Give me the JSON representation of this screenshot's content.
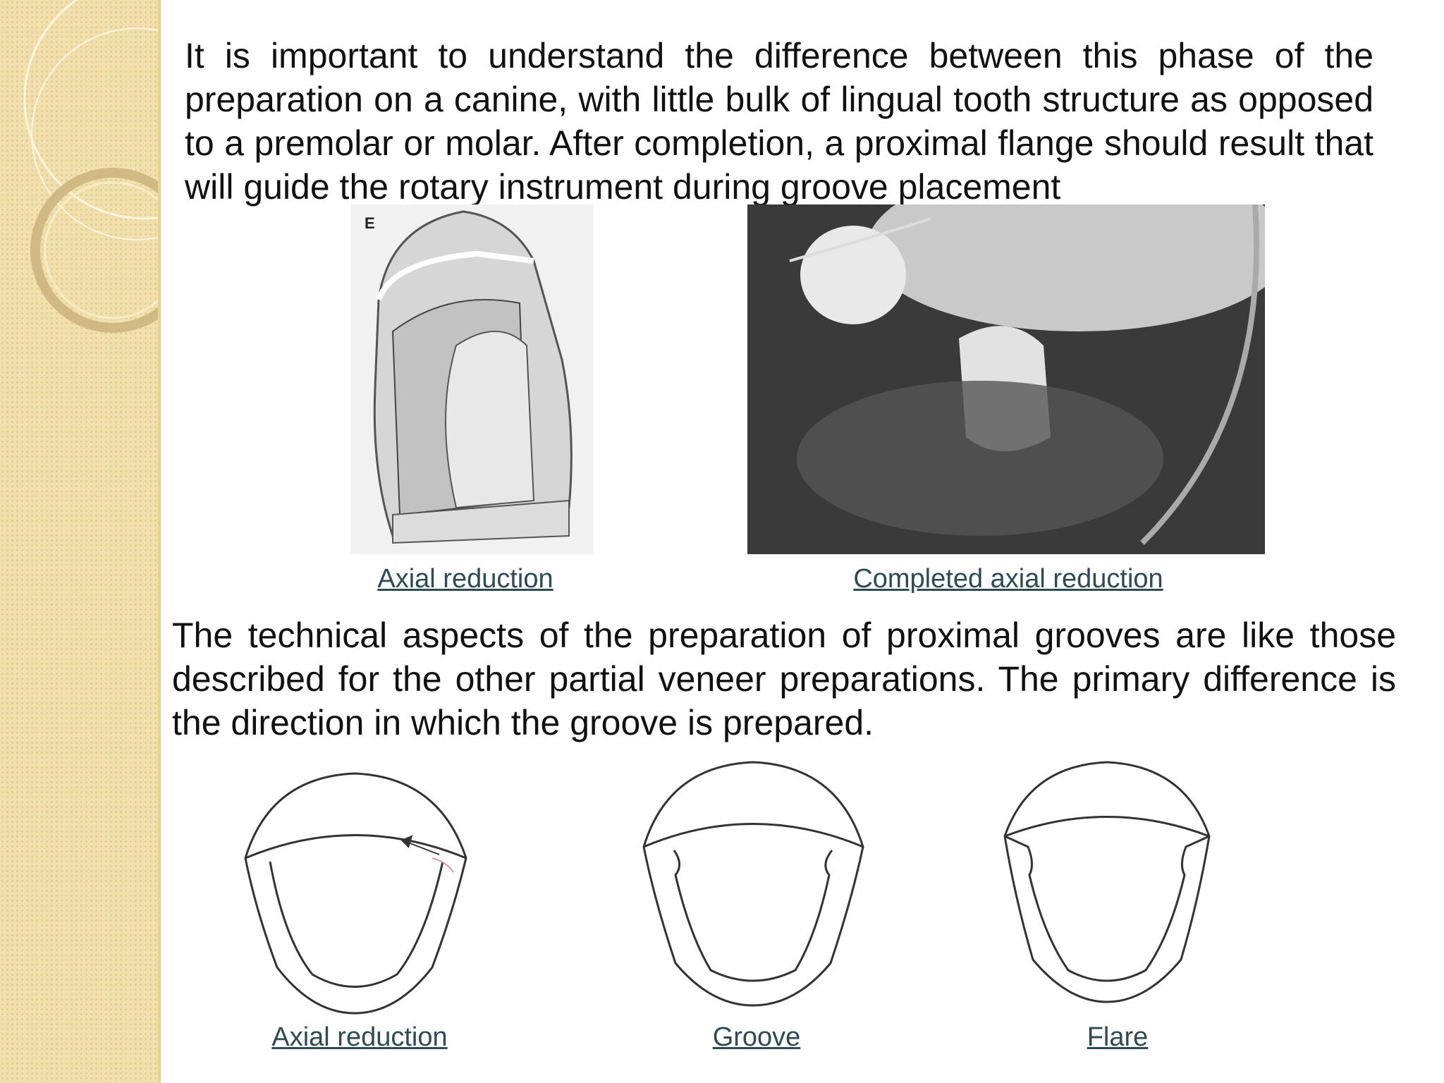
{
  "slide": {
    "paragraph_1": "It is important to understand the difference between this phase of the preparation on a canine, with little bulk of lingual tooth structure as opposed to a premolar or molar. After completion, a proximal flange should result that will guide the rotary instrument during groove placement",
    "paragraph_2": "The technical aspects of the preparation of proximal grooves are like those described for the other partial veneer preparations.  The primary difference is the direction in which the groove is prepared.",
    "figure_label_e": "E",
    "captions": {
      "axial_reduction_top": "Axial reduction",
      "completed_axial_reduction": "Completed axial reduction",
      "axial_reduction_bottom": "Axial reduction",
      "groove": "Groove ",
      "flare": " Flare"
    }
  },
  "colors": {
    "sidebar": "#f1dfae",
    "caption_link": "#2e4a53",
    "body_text": "#111111"
  }
}
